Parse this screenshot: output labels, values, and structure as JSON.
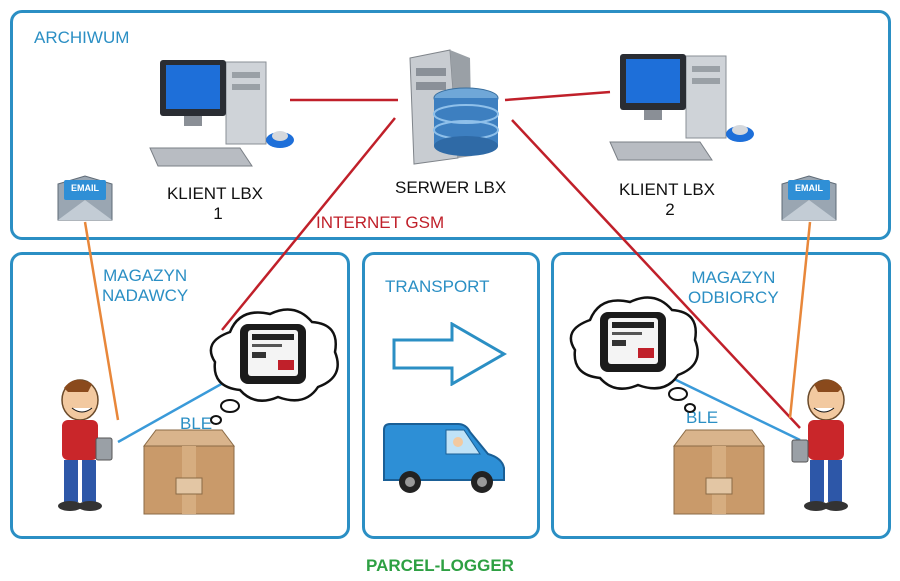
{
  "sections": {
    "archive": "ARCHIWUM",
    "sender_warehouse": [
      "MAGAZYN",
      "NADAWCY"
    ],
    "transport": "TRANSPORT",
    "receiver_warehouse": [
      "MAGAZYN",
      "ODBIORCY"
    ]
  },
  "nodes": {
    "client1": [
      "KLIENT LBX",
      "1"
    ],
    "server": "SERWER LBX",
    "client2": [
      "KLIENT LBX",
      "2"
    ]
  },
  "links": {
    "internet": "INTERNET GSM",
    "ble_left": "BLE",
    "ble_right": "BLE"
  },
  "email_label": "EMAIL",
  "footer": "PARCEL-LOGGER",
  "colors": {
    "panel_border": "#2b8fc4",
    "internet_line": "#c0202a",
    "email_line": "#e8873a",
    "ble_line": "#3a9ad9",
    "footer": "#2ea043"
  }
}
